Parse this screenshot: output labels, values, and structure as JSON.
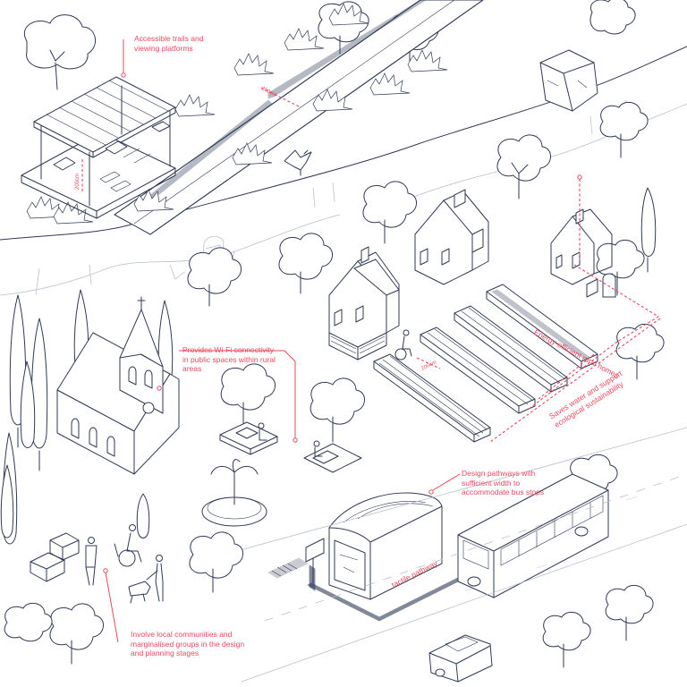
{
  "colors": {
    "accent": "#e8495f",
    "ink": "#2f3a55",
    "light_ink": "#b9bfcc",
    "background": "#ffffff"
  },
  "annotations": {
    "trails": "Accessible trails and viewing platforms",
    "energy_homes": "Energy-efficient rural homes",
    "saves_water": "Saves water and support ecological sustainability",
    "wifi": "Provides Wi-Fi connectivity in public spaces within rural areas",
    "pathways": "Design pathways with sufficient width to accommodate bus stops",
    "tactile": "tactile pathway",
    "communities": "Involve local communities and marginalised groups in the design and planning stages"
  },
  "dimensions": {
    "platform_width": "200cm",
    "path_width": "200cm",
    "garden_gap": "200cm"
  },
  "icons": [
    "church",
    "rural-house",
    "bus-stop-shelter",
    "bus",
    "pickup-truck",
    "fountain",
    "wheelchair-user",
    "guide-dog",
    "bird",
    "tree",
    "cypress-tree",
    "shrub",
    "boulder",
    "wifi-marker"
  ]
}
